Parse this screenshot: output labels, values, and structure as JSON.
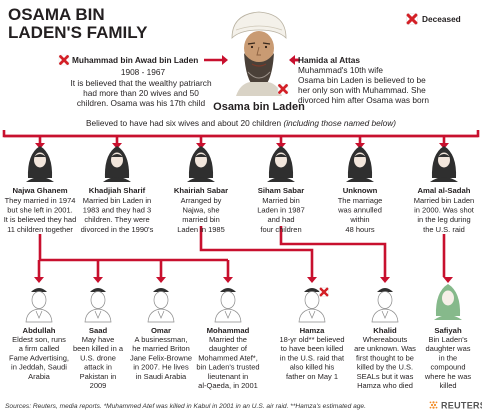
{
  "title_lines": [
    "OSAMA BIN",
    "LADEN'S FAMILY"
  ],
  "legend": {
    "label": "Deceased",
    "icon": "deceased-x-icon"
  },
  "father": {
    "name": "Muhammad bin Awad bin Laden",
    "years": "1908 - 1967",
    "desc_lines": [
      "It is believed that the wealthy patriarch",
      "had more than 20 wives and 50",
      "children. Osama was his 17th child"
    ],
    "deceased": true
  },
  "mother": {
    "name": "Hamida al Attas",
    "desc_lines": [
      "Muhammad's 10th wife",
      "Osama bin Laden is believed to be",
      "her only son with Muhammad. She",
      "divorced him after Osama was born"
    ],
    "deceased": false
  },
  "osama": {
    "name": "Osama bin Laden",
    "deceased": true
  },
  "wives_caption": {
    "main": "Believed to have had six wives and about 20 children",
    "note": "(including those named below)"
  },
  "wives": [
    {
      "name": "Najwa Ghanem",
      "desc_lines": [
        "They married in 1974",
        "but she left in 2001.",
        "It is believed they had",
        "11 children together"
      ]
    },
    {
      "name": "Khadjiah Sharif",
      "desc_lines": [
        "Married bin Laden in",
        "1983 and they had 3",
        "children. They were",
        "divorced in the 1990's"
      ]
    },
    {
      "name": "Khairiah Sabar",
      "desc_lines": [
        "Arranged by",
        "Najwa, she",
        "married bin",
        "Laden in 1985"
      ]
    },
    {
      "name": "Siham Sabar",
      "desc_lines": [
        "Married bin",
        "Laden in 1987",
        "and had",
        "four children"
      ]
    },
    {
      "name": "Unknown",
      "desc_lines": [
        "The marriage",
        "was annulled",
        "within",
        "48 hours"
      ]
    },
    {
      "name": "Amal al-Sadah",
      "desc_lines": [
        "Married bin Laden",
        "in 2000. Was shot",
        "in the leg during",
        "the U.S. raid"
      ]
    }
  ],
  "children": [
    {
      "name": "Abdullah",
      "deceased": false,
      "female": false,
      "desc_lines": [
        "Eldest son, runs",
        "a firm called",
        "Fame Advertising,",
        "in Jeddah, Saudi",
        "Arabia"
      ]
    },
    {
      "name": "Saad",
      "deceased": false,
      "female": false,
      "desc_lines": [
        "May have",
        "been killed in a",
        "U.S. drone",
        "attack in",
        "Pakistan in",
        "2009"
      ]
    },
    {
      "name": "Omar",
      "deceased": false,
      "female": false,
      "desc_lines": [
        "A businessman,",
        "he married Briton",
        "Jane Felix-Browne",
        "in 2007. He lives",
        "in Saudi Arabia"
      ]
    },
    {
      "name": "Mohammad",
      "deceased": false,
      "female": false,
      "desc_lines": [
        "Married the",
        "daughter of",
        "Mohammed Atef*,",
        "bin Laden's trusted",
        "lieutenant in",
        "al-Qaeda, in 2001"
      ]
    },
    {
      "name": "Hamza",
      "deceased": true,
      "female": false,
      "desc_lines": [
        "18-yr old** believed",
        "to have been killed",
        "in the U.S. raid that",
        "also killed his",
        "father on May 1"
      ]
    },
    {
      "name": "Khalid",
      "deceased": false,
      "female": false,
      "desc_lines": [
        "Whereabouts",
        "are unknown. Was",
        "first thought to be",
        "killed by the U.S.",
        "SEALs but it was",
        "Hamza who died"
      ]
    },
    {
      "name": "Safiyah",
      "deceased": false,
      "female": true,
      "desc_lines": [
        "Bin Laden's",
        "daughter was",
        "in the",
        "compound",
        "where he was",
        "killed"
      ]
    }
  ],
  "footnote": "Sources: Reuters, media reports.  *Muhammed Atef was killed in Kabul in 2001 in an U.S. air raid.  **Hamza's estimated age.",
  "credit": "REUTERS",
  "colors": {
    "line": "#c8102e",
    "text": "#231f20",
    "figure_dark": "#2f2f2f",
    "figure_green": "#86b98b",
    "deceased_x": "#d32027"
  }
}
